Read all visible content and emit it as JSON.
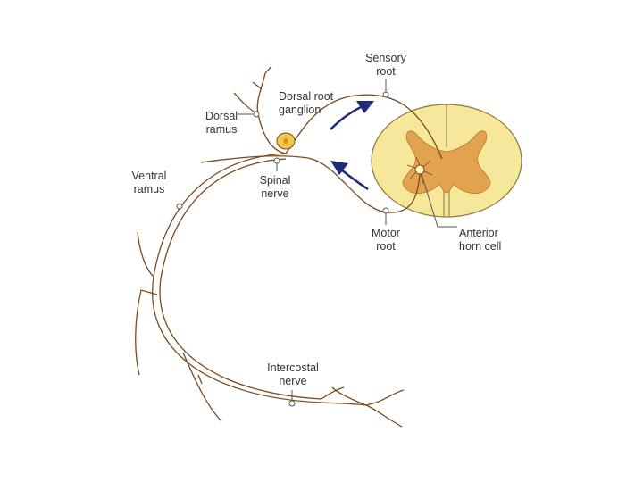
{
  "labels": {
    "sensory_root": "Sensory\nroot",
    "dorsal_root_ganglion": "Dorsal root\nganglion",
    "dorsal_ramus": "Dorsal\nramus",
    "ventral_ramus": "Ventral\nramus",
    "spinal_nerve": "Spinal\nnerve",
    "motor_root": "Motor\nroot",
    "anterior_horn_cell": "Anterior\nhorn cell",
    "intercostal_nerve": "Intercostal\nnerve"
  },
  "colors": {
    "nerve": "#7a4a1e",
    "spinal_cord_white_matter": "#f6e79a",
    "spinal_cord_grey_matter": "#e2a24e",
    "arrow": "#1f2a7a",
    "ganglion": "#f2c84a",
    "label_text": "#333333"
  }
}
